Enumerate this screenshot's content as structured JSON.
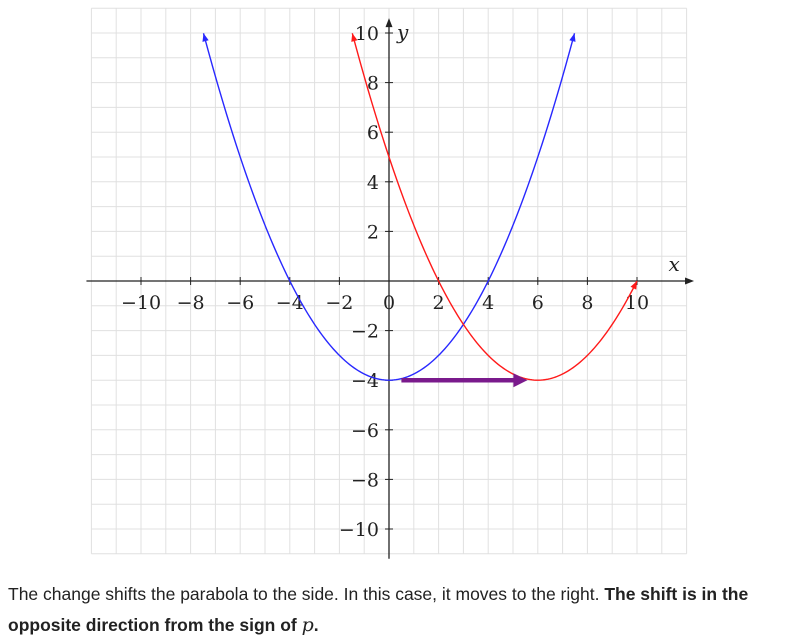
{
  "chart_data": {
    "type": "line",
    "xlabel": "x",
    "ylabel": "y",
    "xlim": [
      -12,
      12
    ],
    "ylim": [
      -11,
      11
    ],
    "x_ticks": [
      -10,
      -8,
      -6,
      -4,
      -2,
      0,
      2,
      4,
      6,
      8,
      10
    ],
    "y_ticks": [
      -10,
      -8,
      -6,
      -4,
      -2,
      2,
      4,
      6,
      8,
      10
    ],
    "x_tick_labels": [
      "−10",
      "−8",
      "−6",
      "−4",
      "−2",
      "0",
      "2",
      "4",
      "6",
      "8",
      "10"
    ],
    "y_tick_labels": [
      "−10",
      "−8",
      "−6",
      "−4",
      "−2",
      "2",
      "4",
      "6",
      "8",
      "10"
    ],
    "grid": true,
    "series": [
      {
        "color": "#2828ff",
        "equation": "y = x^2/4 - 4",
        "x_range": [
          -7.48,
          7.48
        ]
      },
      {
        "color": "#ff1a1a",
        "equation": "y = (x-6)^2/4 - 4",
        "x_range": [
          -1.48,
          10.0
        ]
      }
    ],
    "annotation": {
      "type": "arrow",
      "color": "#7a1a8c",
      "from": [
        0.5,
        -4
      ],
      "to": [
        5.5,
        -4
      ]
    }
  },
  "caption": {
    "sentence1": "The change shifts the parabola to the side. In this case, it moves to the right.",
    "bold_part": "The shift is in the opposite direction from the sign of",
    "variable": "p",
    "end": "."
  }
}
